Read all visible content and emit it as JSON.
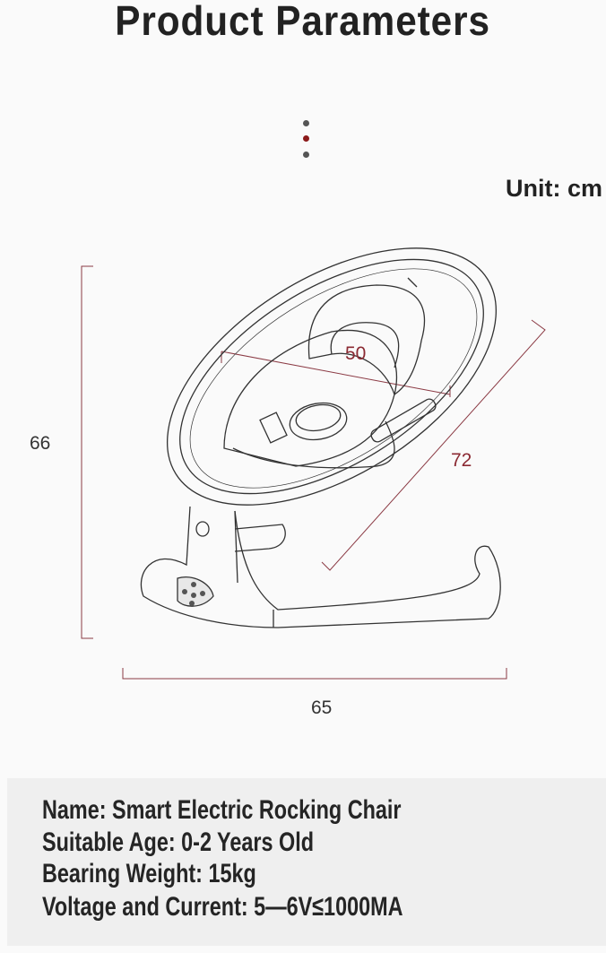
{
  "title": "Product Parameters",
  "unit_label": "Unit: cm",
  "dimensions": {
    "height": "66",
    "width": "65",
    "seat_width": "50",
    "length": "72"
  },
  "colors": {
    "dimension_line": "#8b3a44",
    "panel_bg": "#efefef",
    "dot_accent": "#8b1a1a"
  },
  "specs": [
    "Name: Smart Electric Rocking Chair",
    "Suitable Age: 0-2 Years Old",
    "Bearing Weight: 15kg",
    "Voltage and Current: 5—6V≤1000MA"
  ]
}
